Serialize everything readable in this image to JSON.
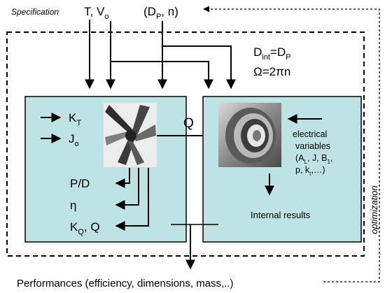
{
  "header": {
    "spec_label": "Specification",
    "spec_vars": "T, V",
    "spec_vars_sub": "o",
    "prop_vars_a": "(D",
    "prop_vars_sub": "P",
    "prop_vars_b": ", n)"
  },
  "relations": {
    "dint_a": "D",
    "dint_sub": "int",
    "dint_b": "=D",
    "dint_sub2": "P",
    "omega": "Ω=2πn"
  },
  "propeller_box": {
    "in1": "K",
    "in1_sub": "T",
    "in2": "J",
    "in2_sub": "o",
    "out1": "P/D",
    "out2": "η",
    "out3_a": "K",
    "out3_sub": "Q",
    "out3_b": ", Q",
    "icon": "propeller-icon"
  },
  "link_label": "Q",
  "motor_box": {
    "ev1": "electrical",
    "ev2": "variables",
    "ev3_a": "(A",
    "ev3_sub1": "L",
    "ev3_b": ", J, B",
    "ev3_sub2": "1",
    "ev3_c": ",",
    "ev4_a": "p, k",
    "ev4_sub": "t",
    "ev4_b": ",…)",
    "internal": "Internal results",
    "icon": "motor-icon"
  },
  "performances": "Performances (efficiency, dimensions, mass,..)",
  "optimization": "optimization",
  "colors": {
    "box_fill": "#bfe3e5",
    "line": "#000000"
  }
}
